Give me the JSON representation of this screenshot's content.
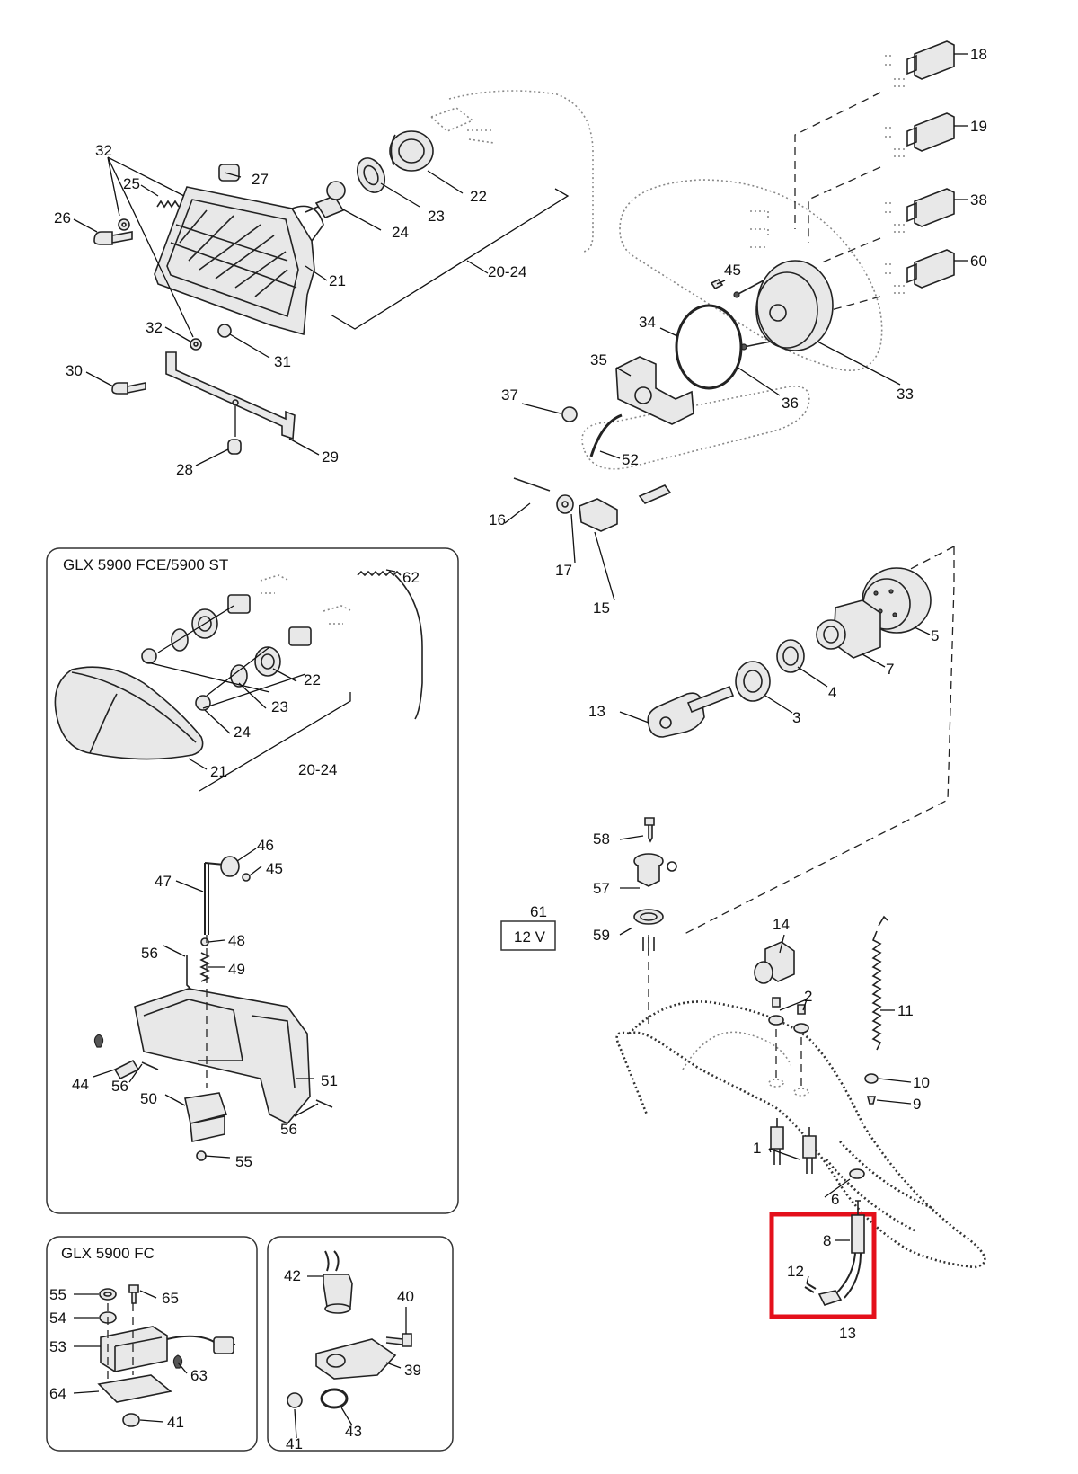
{
  "colors": {
    "highlight": "#e4101b",
    "ink": "#111111",
    "panel_border": "#333333"
  },
  "panels": {
    "glx_fce_st": {
      "title": "GLX 5900 FCE/5900 ST"
    },
    "glx_fc": {
      "title": "GLX 5900 FC"
    }
  },
  "badge_12v": {
    "text": "12 V"
  },
  "labels": {
    "headlight": {
      "l32a": "32",
      "l27": "27",
      "l25": "25",
      "l26": "26",
      "l21": "21",
      "l24": "24",
      "l23": "23",
      "l22": "22",
      "l20_24": "20-24",
      "l32b": "32",
      "l31": "31",
      "l30": "30",
      "l28": "28",
      "l29": "29"
    },
    "gauge": {
      "l18": "18",
      "l19": "19",
      "l38": "38",
      "l60": "60",
      "l45": "45",
      "l34": "34",
      "l33": "33",
      "l35": "35",
      "l36": "36",
      "l37": "37",
      "l52": "52",
      "l16": "16",
      "l17": "17",
      "l15": "15"
    },
    "ignition": {
      "l5": "5",
      "l7": "7",
      "l4": "4",
      "l3": "3",
      "l13a": "13"
    },
    "console": {
      "l58": "58",
      "l57": "57",
      "l59": "59",
      "l61": "61",
      "l14": "14",
      "l2": "2",
      "l11": "11",
      "l10": "10",
      "l9": "9",
      "l1": "1",
      "l6": "6",
      "l8": "8",
      "l12": "12",
      "l13b": "13"
    },
    "fce": {
      "l62": "62",
      "l22": "22",
      "l23": "23",
      "l24": "24",
      "l21": "21",
      "l20_24": "20-24",
      "l46": "46",
      "l45": "45",
      "l47": "47",
      "l48": "48",
      "l56a": "56",
      "l49": "49",
      "l44": "44",
      "l56b": "56",
      "l50": "50",
      "l51": "51",
      "l56c": "56",
      "l55": "55"
    },
    "fc": {
      "l55": "55",
      "l65": "65",
      "l54": "54",
      "l53": "53",
      "l63": "63",
      "l64": "64",
      "l41": "41"
    },
    "right_small": {
      "l42": "42",
      "l40": "40",
      "l39": "39",
      "l41": "41",
      "l43": "43"
    }
  }
}
